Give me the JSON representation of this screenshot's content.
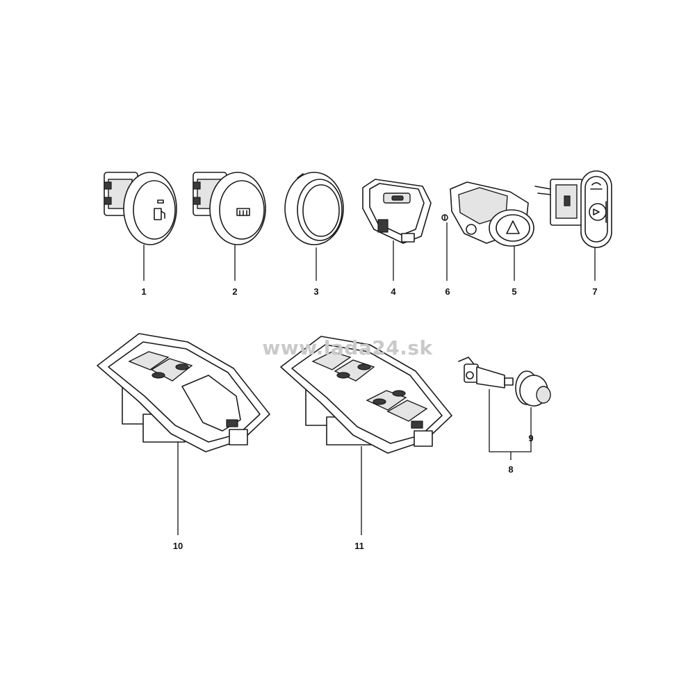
{
  "watermark": "www.lada24.sk",
  "callouts": [
    "1",
    "2",
    "3",
    "4",
    "6",
    "5",
    "7",
    "10",
    "11",
    "8",
    "9"
  ],
  "parts": [
    {
      "callout": "1",
      "icon": "fuel-door-icon"
    },
    {
      "callout": "2",
      "icon": "rear-defrost-icon"
    },
    {
      "callout": "3",
      "icon": "blank-cap-icon"
    },
    {
      "callout": "4",
      "icon": "single-window-switch-icon"
    },
    {
      "callout": "6",
      "icon": "screw-icon"
    },
    {
      "callout": "5",
      "icon": "hazard-triangle-icon"
    },
    {
      "callout": "7",
      "icon": "headlight-level-dial-icon"
    },
    {
      "callout": "10",
      "icon": "double-window-switch-icon"
    },
    {
      "callout": "11",
      "icon": "quad-window-switch-icon"
    },
    {
      "callout": "8",
      "icon": "door-contact-switch-icon"
    },
    {
      "callout": "9",
      "icon": "rubber-boot-icon"
    }
  ],
  "colors": {
    "outline": "#1a1a1a",
    "watermark": "#c9c9c9",
    "background": "#ffffff"
  }
}
